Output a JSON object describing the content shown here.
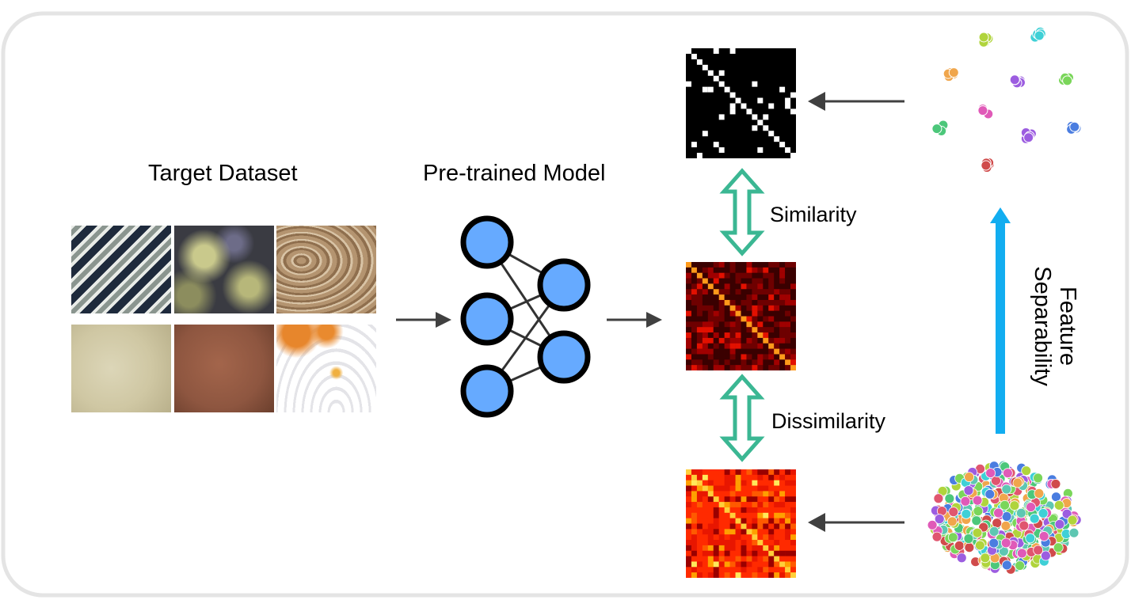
{
  "titles": {
    "dataset": "Target Dataset",
    "model": "Pre-trained Model"
  },
  "labels": {
    "similarity": "Similarity",
    "dissimilarity": "Dissimilarity",
    "feature_separability": "Feature Separability"
  },
  "colors": {
    "frame": "#e6e6e6",
    "node_fill": "#66aaff",
    "node_stroke": "#000000",
    "edge": "#333333",
    "arrow": "#404040",
    "double_arrow": "#3bb793",
    "separability_arrow": "#12adf0",
    "cluster_palette": [
      "#e0566f",
      "#3fd0d6",
      "#f0a64c",
      "#9c5de0",
      "#4cc77a",
      "#b0d43c",
      "#4a7de0",
      "#d04b4b",
      "#7ad65a",
      "#e05ab8",
      "#5ec7b2"
    ]
  }
}
